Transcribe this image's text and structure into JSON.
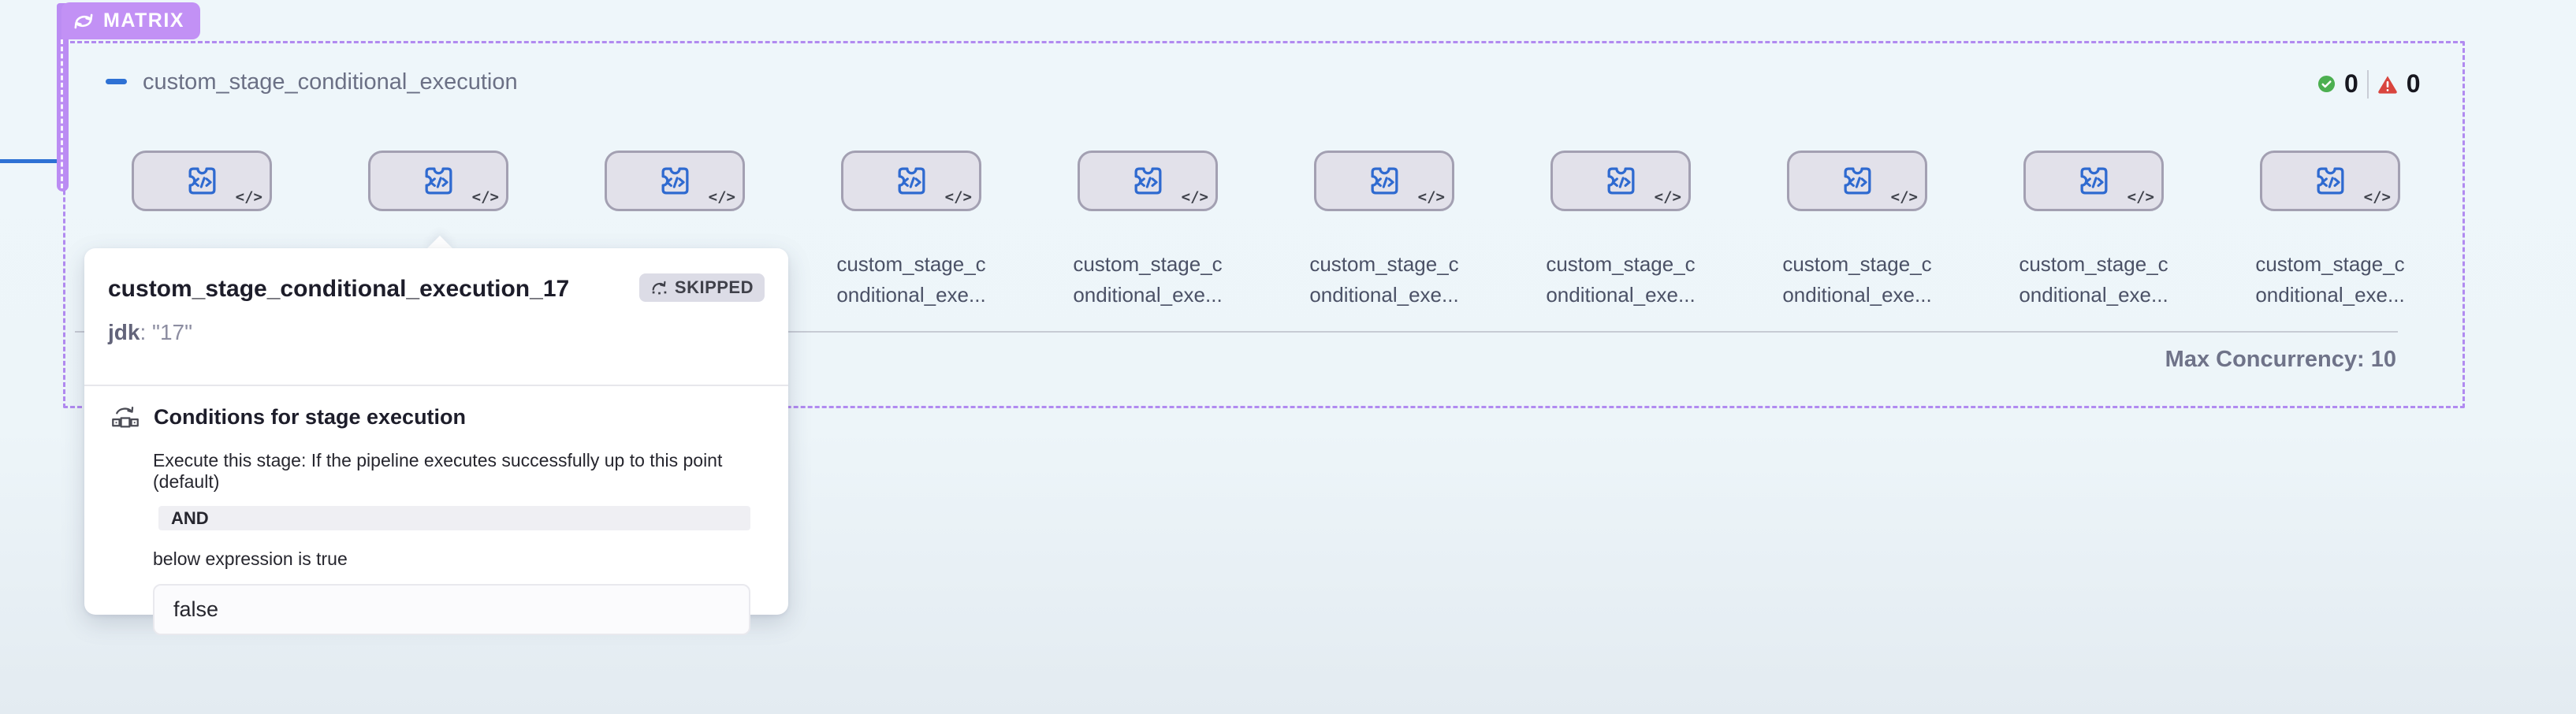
{
  "matrix_badge": {
    "label": "MATRIX"
  },
  "stage_group": {
    "title": "custom_stage_conditional_execution",
    "success_count": "0",
    "error_count": "0",
    "max_concurrency": "Max Concurrency: 10"
  },
  "stage_card_label": {
    "line1": "custom_stage_c",
    "line2": "onditional_exe..."
  },
  "cards": [
    {
      "label_visible": false
    },
    {
      "label_visible": false
    },
    {
      "label_visible": false
    },
    {
      "label_visible": true
    },
    {
      "label_visible": true
    },
    {
      "label_visible": true
    },
    {
      "label_visible": true
    },
    {
      "label_visible": true
    },
    {
      "label_visible": true
    },
    {
      "label_visible": true
    }
  ],
  "tooltip": {
    "title": "custom_stage_conditional_execution_17",
    "status_badge": "SKIPPED",
    "var_key": "jdk",
    "var_value": ": \"17\"",
    "conditions": {
      "heading": "Conditions for stage execution",
      "description": "Execute this stage: If the pipeline executes successfully up to this point (default)",
      "operator": "AND",
      "subtext": "below expression is true",
      "expression": "false"
    }
  },
  "colors": {
    "accent_purple": "#c291f5",
    "dash_purple": "#b18af0",
    "link_blue": "#2e71d4",
    "success_green": "#4caf50",
    "error_red": "#d9453e"
  }
}
